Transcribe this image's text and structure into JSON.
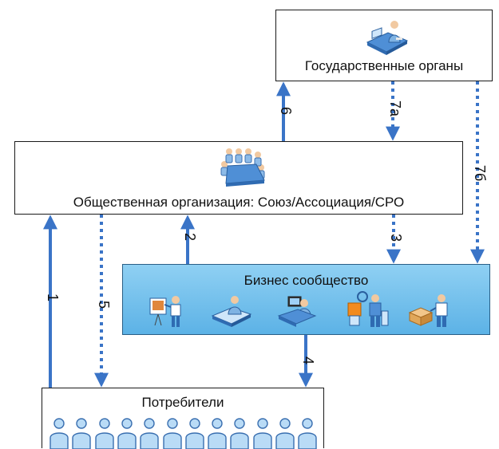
{
  "diagram": {
    "government": {
      "label": "Государственные органы",
      "icon": "official-at-desk-icon"
    },
    "organization": {
      "label": "Общественная организация: Союз/Ассоциация/СРО",
      "icon": "meeting-table-icon"
    },
    "business": {
      "label": "Бизнес сообщество",
      "icons": [
        "presenter-icon",
        "worker-icon",
        "office-worker-icon",
        "engineer-icon",
        "warehouse-worker-icon"
      ]
    },
    "consumers": {
      "label": "Потребители",
      "icon": "person-icon",
      "count": 12
    },
    "arrows": [
      {
        "label": "1",
        "from": "consumers",
        "to": "organization",
        "style": "solid"
      },
      {
        "label": "2",
        "from": "business",
        "to": "organization",
        "style": "solid"
      },
      {
        "label": "3",
        "from": "organization",
        "to": "business",
        "style": "dashed"
      },
      {
        "label": "4",
        "from": "business",
        "to": "consumers",
        "style": "solid"
      },
      {
        "label": "5",
        "from": "organization",
        "to": "consumers",
        "style": "dashed"
      },
      {
        "label": "6",
        "from": "organization",
        "to": "government",
        "style": "solid"
      },
      {
        "label": "7а",
        "from": "government",
        "to": "organization",
        "style": "dashed"
      },
      {
        "label": "7б",
        "from": "government",
        "to": "business",
        "style": "dashed"
      }
    ],
    "colors": {
      "arrow": "#3a74c7",
      "business_fill": "#6fbde9",
      "border": "#1a1a1a"
    }
  }
}
